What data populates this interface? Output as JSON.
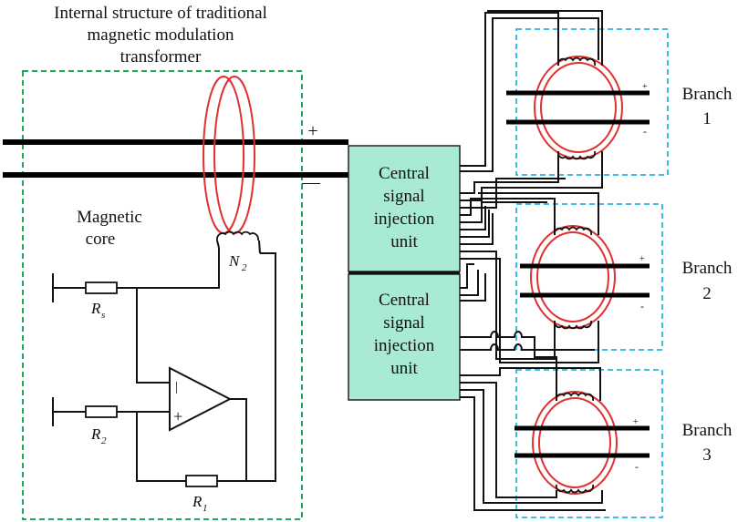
{
  "diagram": {
    "title_lines": [
      "Internal structure of traditional",
      "magnetic modulation",
      "transformer"
    ],
    "core_label_lines": [
      "Magnetic",
      "core"
    ],
    "unit1_lines": [
      "Central",
      "signal",
      "injection",
      "unit"
    ],
    "unit2_lines": [
      "Central",
      "signal",
      "injection",
      "unit"
    ],
    "plus_sign": "+",
    "minus_sign": "—",
    "branches": [
      {
        "word": "Branch",
        "number": "1",
        "plus": "+",
        "minus": "-"
      },
      {
        "word": "Branch",
        "number": "2",
        "plus": "+",
        "minus": "-"
      },
      {
        "word": "Branch",
        "number": "3",
        "plus": "+",
        "minus": "-"
      }
    ],
    "components": {
      "rs": {
        "letter": "R",
        "sub": "s"
      },
      "r2": {
        "letter": "R",
        "sub": "2"
      },
      "r1": {
        "letter": "R",
        "sub": "1"
      },
      "n2": {
        "letter": "N",
        "sub": "2"
      },
      "opamp_minus": "|",
      "opamp_plus": "+"
    },
    "colors": {
      "ring": "#e03030",
      "green_box": "#1fa65a",
      "blue_box": "#27b4e6",
      "unit_fill": "#a8ead3"
    }
  }
}
